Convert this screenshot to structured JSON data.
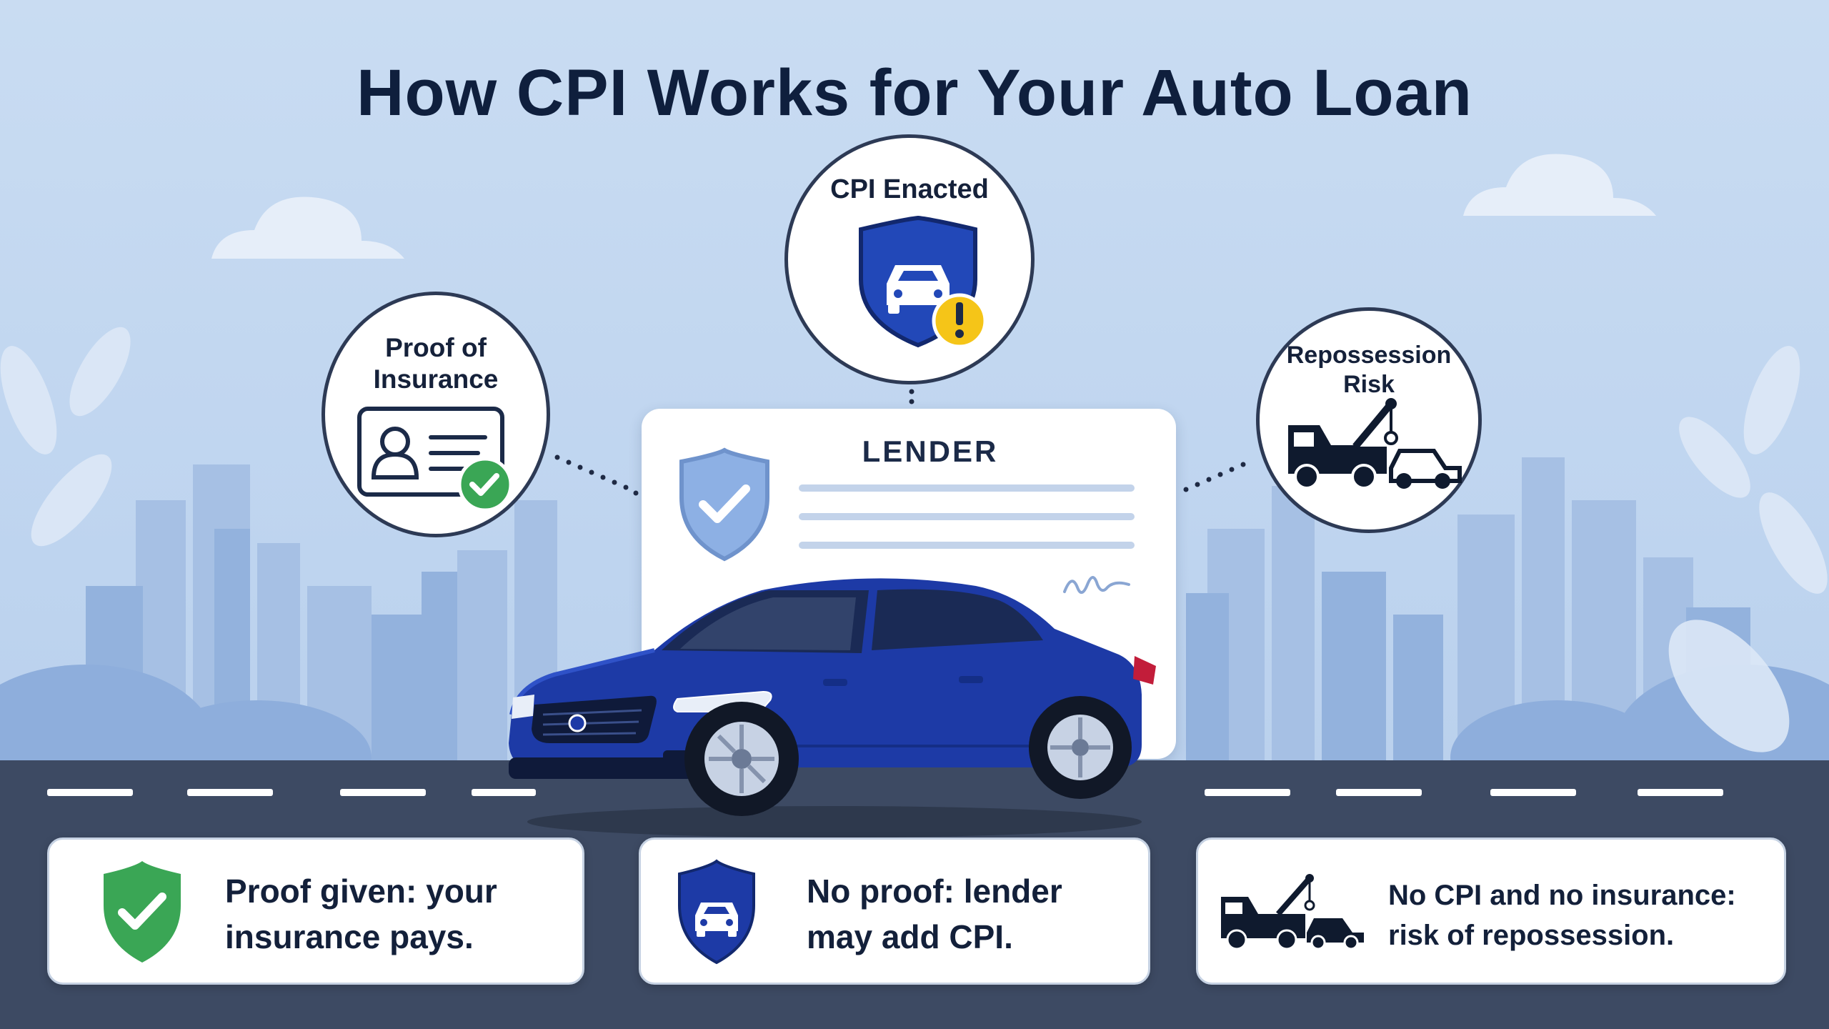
{
  "title": "How CPI Works for Your Auto Loan",
  "bubbles": {
    "proof": {
      "label_line1": "Proof of",
      "label_line2": "Insurance",
      "icon": "insurance-card-check-icon"
    },
    "cpi": {
      "label": "CPI Enacted",
      "icon": "car-shield-alert-icon"
    },
    "repo": {
      "label_line1": "Repossession",
      "label_line2": "Risk",
      "icon": "tow-truck-icon"
    }
  },
  "document": {
    "title": "LENDER",
    "icon": "shield-check-icon"
  },
  "cards": [
    {
      "line1": "Proof given: your",
      "line2": "insurance pays.",
      "icon": "shield-check-icon"
    },
    {
      "line1": "No proof: lender",
      "line2": "may add CPI.",
      "icon": "car-shield-icon"
    },
    {
      "line1": "No CPI and no insurance:",
      "line2": "risk of repossession.",
      "icon": "tow-truck-icon"
    }
  ],
  "colors": {
    "sky": "#c9dcf2",
    "navy": "#0f1f3d",
    "car_blue": "#1d3aa6",
    "shield_green": "#3aa655",
    "alert_yellow": "#f5c518",
    "road": "#3d4a63"
  }
}
